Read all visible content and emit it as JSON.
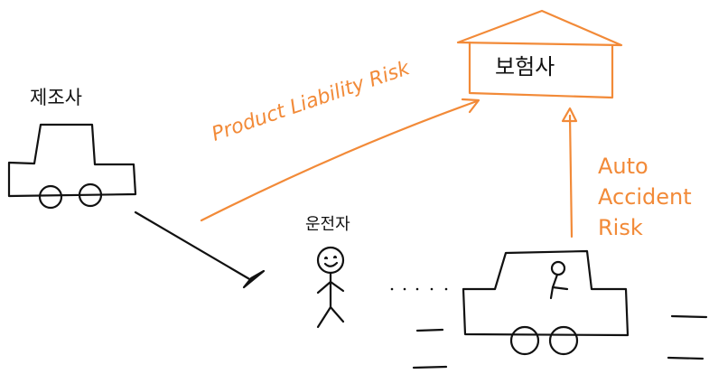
{
  "labels": {
    "manufacturer": "제조사",
    "insurer": "보험사",
    "driver": "운전자",
    "product_liability": "Product Liability Risk",
    "auto_line1": "Auto",
    "auto_line2": "Accident",
    "auto_line3": "Risk"
  },
  "colors": {
    "ink": "#111111",
    "accent_orange": "#f28a38",
    "background": "#ffffff"
  }
}
